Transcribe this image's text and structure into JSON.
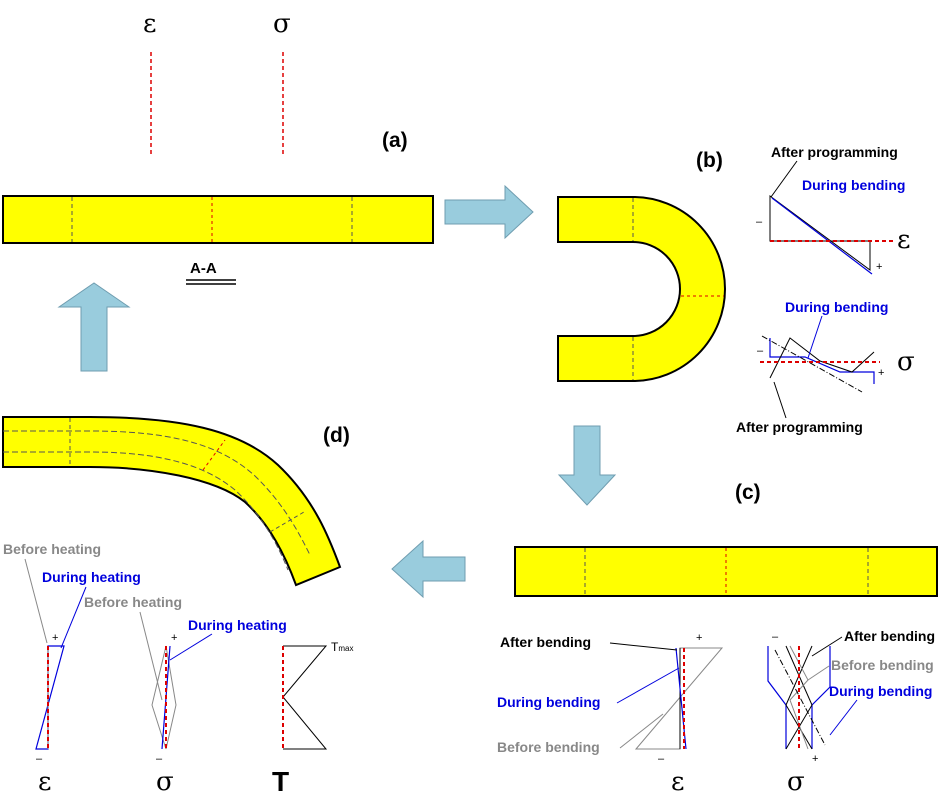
{
  "colors": {
    "bar_fill": "#ffff00",
    "arrow_fill": "#99ccdd",
    "arrow_stroke": "#6f9db0",
    "red_dash": "#dd0000",
    "blue": "#0000dd",
    "gray": "#888888"
  },
  "panels": {
    "a": "(a)",
    "b": "(b)",
    "c": "(c)",
    "d": "(d)"
  },
  "symbols": {
    "epsilon": "ε",
    "sigma": "σ",
    "temperature": "T",
    "tmax_main": "T",
    "tmax_sub": "max",
    "plus": "+",
    "minus": "–"
  },
  "section_label": "A-A",
  "b": {
    "after_programming_top": "After programming",
    "during_bending_top": "During bending",
    "during_bending_bottom": "During bending",
    "after_programming_bottom": "After programming"
  },
  "c": {
    "after_bending_left": "After bending",
    "during_bending_left": "During bending",
    "before_bending_left": "Before bending",
    "after_bending_right": "After bending",
    "before_bending_right": "Before bending",
    "during_bending_right": "During bending"
  },
  "d": {
    "before_heating_1": "Before heating",
    "during_heating_1": "During heating",
    "before_heating_2": "Before heating",
    "during_heating_2": "During heating"
  }
}
